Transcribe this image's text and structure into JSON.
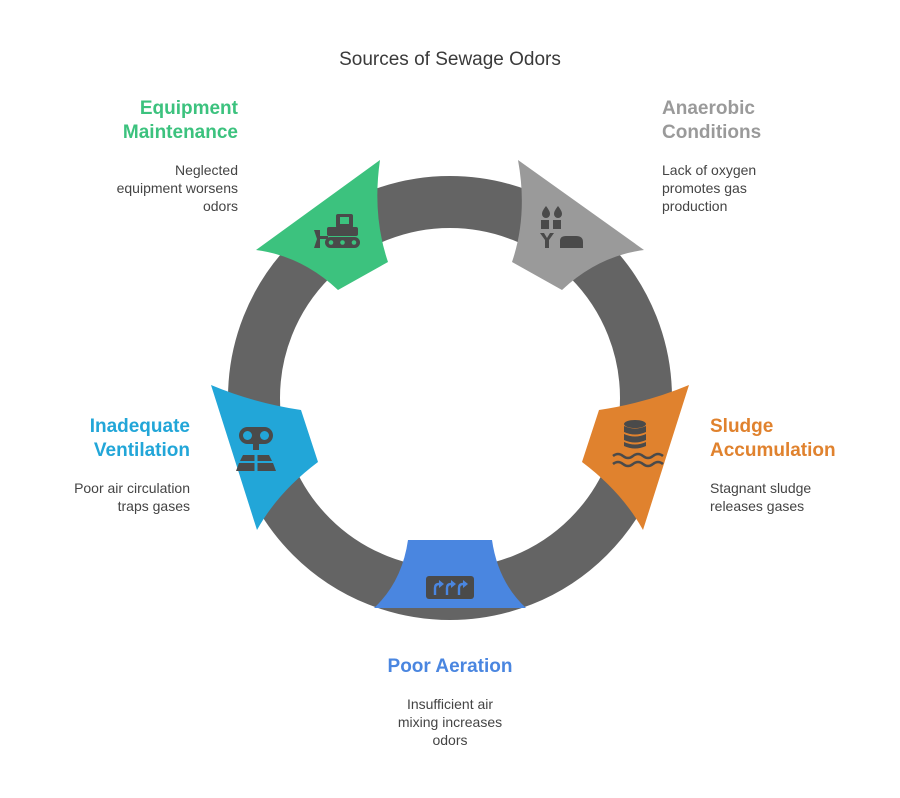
{
  "title": "Sources of Sewage Odors",
  "colors": {
    "ring": "#646464",
    "equipment": "#3cc27e",
    "anaerobic": "#9a9a9a",
    "sludge": "#e0822e",
    "aeration": "#4a86e0",
    "ventilation": "#22a6d8",
    "icon": "#4a4a4a"
  },
  "stages": [
    {
      "key": "equipment",
      "title_line1": "Equipment",
      "title_line2": "Maintenance",
      "desc_lines": [
        "Neglected",
        "equipment worsens",
        "odors"
      ],
      "icon": "bulldozer-icon"
    },
    {
      "key": "anaerobic",
      "title_line1": "Anaerobic",
      "title_line2": "Conditions",
      "desc_lines": [
        "Lack of oxygen",
        "promotes gas",
        "production"
      ],
      "icon": "gas-bubbles-icon"
    },
    {
      "key": "sludge",
      "title_line1": "Sludge",
      "title_line2": "Accumulation",
      "desc_lines": [
        "Stagnant sludge",
        "releases gases"
      ],
      "icon": "database-waves-icon"
    },
    {
      "key": "aeration",
      "title_line1": "Poor Aeration",
      "title_line2": "",
      "desc_lines": [
        "Insufficient air",
        "mixing increases",
        "odors"
      ],
      "icon": "air-vent-icon"
    },
    {
      "key": "ventilation",
      "title_line1": "Inadequate",
      "title_line2": "Ventilation",
      "desc_lines": [
        "Poor air circulation",
        "traps gases"
      ],
      "icon": "ventilation-fan-icon"
    }
  ]
}
